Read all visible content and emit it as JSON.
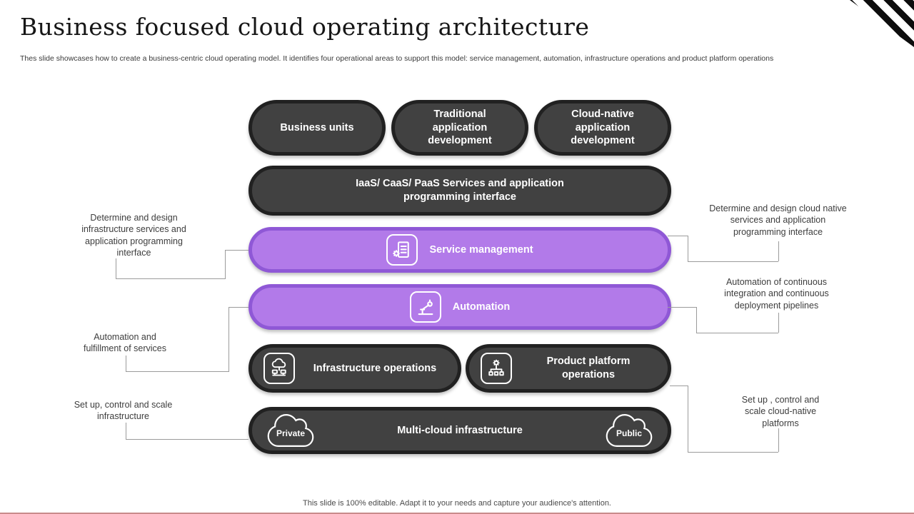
{
  "slide": {
    "title": "Business focused cloud operating architecture",
    "subtitle": "Thes slide showcases how to create a business-centric cloud operating model. It identifies four operational areas to support this model:  service management, automation,  infrastructure operations and product platform operations",
    "footer": "This slide is 100% editable.  Adapt it to your needs and capture your audience's attention."
  },
  "pills": {
    "business_units": "Business units",
    "traditional_app": "Traditional application development",
    "cloud_native_app": "Cloud-native application development",
    "iaas": "IaaS/ CaaS/ PaaS Services and application programming interface",
    "service_management": "Service management",
    "automation": "Automation",
    "infrastructure_operations": "Infrastructure operations",
    "product_platform_operations": "Product platform operations",
    "multi_cloud": "Multi-cloud infrastructure",
    "private_cloud": "Private",
    "public_cloud": "Public"
  },
  "annotations": {
    "left": [
      "Determine and design infrastructure services and application programming interface",
      "Automation and fulfillment of services",
      "Set up, control and scale infrastructure"
    ],
    "right": [
      "Determine and design cloud native services and application programming interface",
      "Automation of continuous integration and continuous deployment pipelines",
      "Set up , control and scale cloud-native platforms"
    ]
  },
  "icons": {
    "service_management": "clipboard-gear-icon",
    "automation": "robot-arm-icon",
    "infrastructure_operations": "cloud-network-icon",
    "product_platform_operations": "gear-hierarchy-icon",
    "private": "cloud-icon",
    "public": "cloud-icon"
  },
  "colors": {
    "dark_fill": "#414141",
    "dark_border": "#212121",
    "purple_fill": "#b27ae9",
    "purple_border": "#8f58d6",
    "text_on_pill": "#ffffff",
    "annotation_text": "#3d3d3d",
    "connector": "#9b9b9b"
  }
}
